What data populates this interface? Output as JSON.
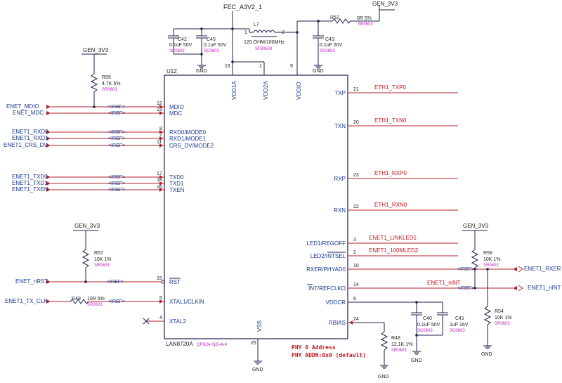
{
  "power": {
    "fec": "FEC_A3V2_1",
    "gen": "GEN_3V3",
    "gnd": "GND"
  },
  "ic": {
    "ref": "U12",
    "part": "LAN8720A",
    "package": "QFN24-0p5-4x4",
    "top_pins": [
      {
        "num": "19",
        "name": "VDD1A"
      },
      {
        "num": "1",
        "name": "VDD2A"
      },
      {
        "num": "9",
        "name": "VDDIO"
      }
    ],
    "bottom_pin": {
      "num": "25",
      "name": "VSS"
    },
    "left_pins": [
      {
        "num": "12",
        "name": "MDIO"
      },
      {
        "num": "13",
        "name": "MDC"
      },
      {
        "num": "8",
        "name": "RXD0/MODE0"
      },
      {
        "num": "7",
        "name": "RXD1/MODE1"
      },
      {
        "num": "11",
        "name": "CRS_DV/MODE2"
      },
      {
        "num": "17",
        "name": "TXD0"
      },
      {
        "num": "18",
        "name": "TXD1"
      },
      {
        "num": "16",
        "name": "TXEN"
      },
      {
        "num": "15",
        "name": "RST"
      },
      {
        "num": "5",
        "name": "XTAL1/CLKIN"
      },
      {
        "num": "4",
        "name": "XTAL2"
      }
    ],
    "right_pins": [
      {
        "num": "21",
        "name": "TXP"
      },
      {
        "num": "20",
        "name": "TXN"
      },
      {
        "num": "23",
        "name": "RXP"
      },
      {
        "num": "22",
        "name": "RXN"
      },
      {
        "num": "3",
        "name": "LED1/REGOFF"
      },
      {
        "num": "2",
        "name": "LED2/INTSEL"
      },
      {
        "num": "10",
        "name": "RXER/PHYAD0"
      },
      {
        "num": "14",
        "name": "INT/REFCLKO"
      },
      {
        "num": "6",
        "name": "VDDCR"
      },
      {
        "num": "24",
        "name": "RBIAS"
      }
    ]
  },
  "left_nets": [
    "ENET_MDIO",
    "ENET_MDC",
    "ENET1_RXD0",
    "ENET1_RXD1",
    "ENET1_CRS_DV",
    "ENET1_TXD0",
    "ENET1_TXD1",
    "ENET1_TXEN",
    "ENET_nRST",
    "ENET1_TX_CLK"
  ],
  "right_nets": [
    "ETH1_TXP0",
    "ETH1_TXN0",
    "ETH1_RXP0",
    "ETH1_RXN0",
    "ENET1_LINKLED1",
    "ENET1_100MLED2",
    "ENET1_nINT"
  ],
  "offsheet": [
    "ENET1_RXER",
    "ENET1_nINT"
  ],
  "iref": "<IREF>",
  "components": {
    "R55": {
      "ref": "R55",
      "value": "4.7K 5%",
      "pkg": "SR0603"
    },
    "R57": {
      "ref": "R57",
      "value": "10K 1%",
      "pkg": "SR0603"
    },
    "R49": {
      "ref": "R49",
      "value": "10R 5%",
      "pkg": "SR0603"
    },
    "R52": {
      "ref": "R52",
      "value": "0R 5%",
      "pkg": "SR0603"
    },
    "R58": {
      "ref": "R58",
      "value": "10K 1%",
      "pkg": "SR0603"
    },
    "R54": {
      "ref": "R54",
      "value": "10K 1%",
      "pkg": "SR0603"
    },
    "R48": {
      "ref": "R48",
      "value": "12.1K 1%",
      "pkg": "SR0603"
    },
    "C42": {
      "ref": "C42",
      "value": "0.1uF 50V",
      "pkg": "SC0603"
    },
    "C45": {
      "ref": "C45",
      "value": "0.1uF 50V",
      "pkg": "SC0603"
    },
    "C43": {
      "ref": "C43",
      "value": "0.1uF 50V",
      "pkg": "SC0603"
    },
    "C40": {
      "ref": "C40",
      "value": "0.1uF 50V",
      "pkg": "SC0603"
    },
    "C41": {
      "ref": "C41",
      "value": "1uF 16V",
      "pkg": "SC0603"
    },
    "L7": {
      "ref": "L7",
      "value": "120 OHM/100MHz",
      "pkg": "SF80603",
      "pin1": "1",
      "pin2": "2"
    }
  },
  "notes": [
    "PHY 0 Address",
    "PHY ADDR:0x0 (default)"
  ],
  "colors": {
    "wire": "#1e1e4a",
    "net": "#c8141e",
    "label": "#1a3a8f",
    "pkg": "#c020c0"
  }
}
